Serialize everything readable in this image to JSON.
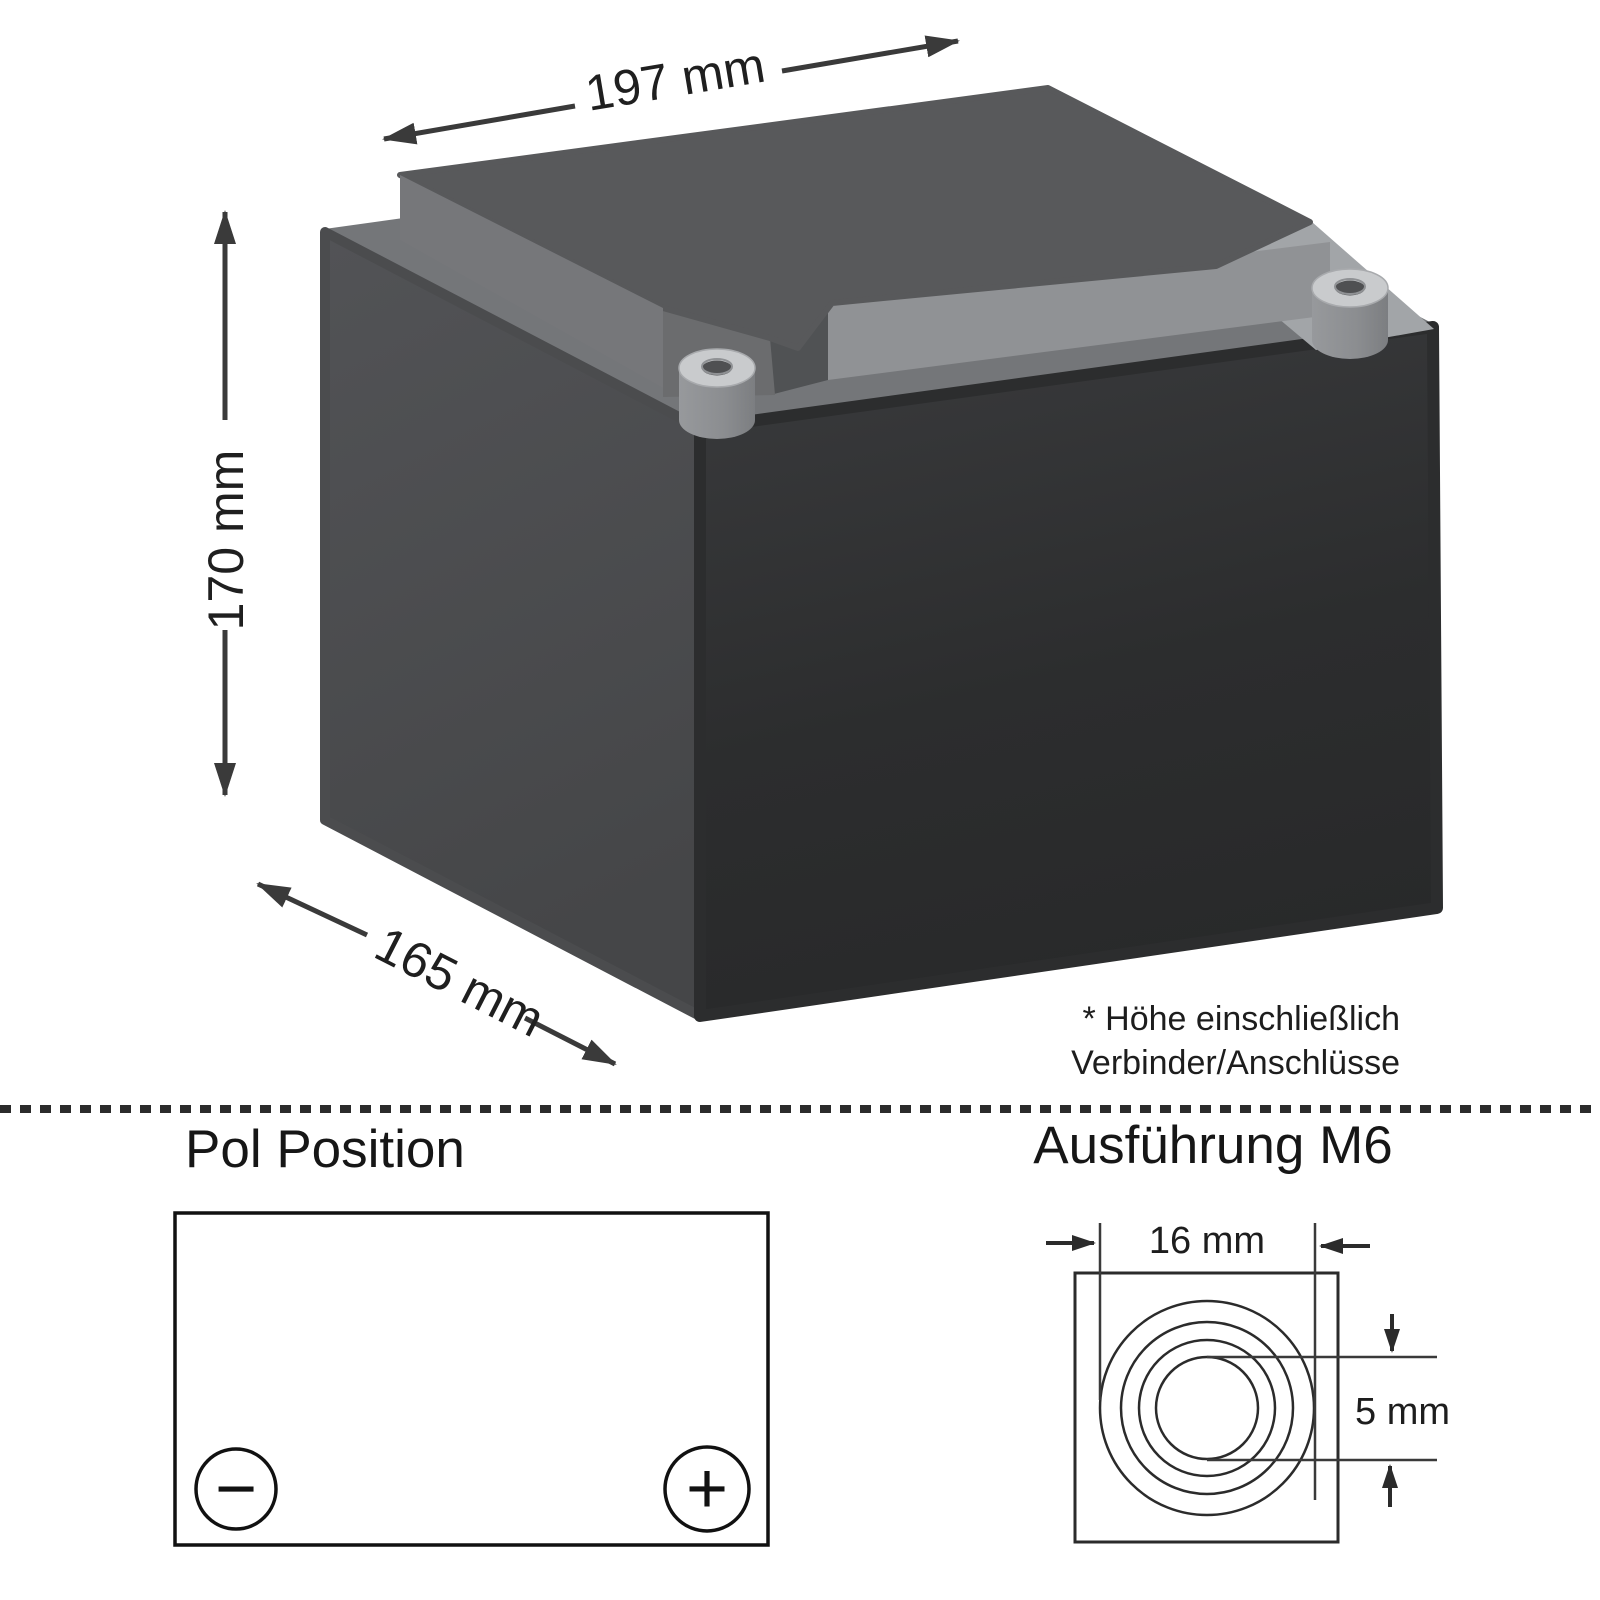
{
  "illustration": {
    "dimensions": {
      "width_label": "197 mm",
      "height_label": "170 mm",
      "depth_label": "165 mm"
    },
    "note_line1": "* Höhe einschließlich",
    "note_line2": "Verbinder/Anschlüsse"
  },
  "sections": {
    "pol_position": {
      "title": "Pol Position",
      "negative_symbol": "−",
      "positive_symbol": "+"
    },
    "terminal_detail": {
      "title": "Ausführung M6",
      "outer_width_label": "16 mm",
      "hole_diameter_label": "5 mm"
    }
  },
  "colors": {
    "background": "#ffffff",
    "battery_left_face": "#4b4c4e",
    "battery_front_face": "#2c2d2e",
    "battery_top_face": "#747679",
    "lid_top": "#58595b",
    "lid_front": "#76777a",
    "ledge": "#909295",
    "platform": "#a2a5a8",
    "post_top": "#c9cbcd",
    "post_side": "#8b8d90",
    "dimension_line": "#3a3a3a",
    "outline": "#111111"
  }
}
